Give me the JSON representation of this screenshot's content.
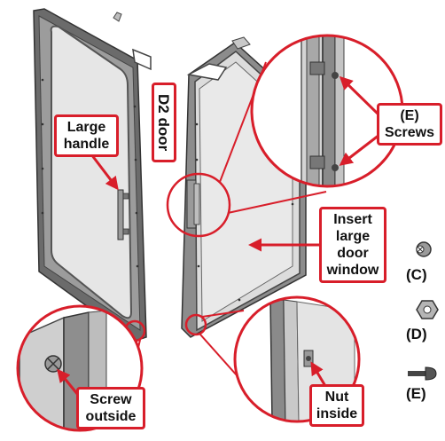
{
  "colors": {
    "accent": "#d81e2a",
    "frame": "#5c5c5c",
    "panel": "#e9e9e9",
    "steel": "#9a9a9a"
  },
  "labels": {
    "large_handle": [
      "Large",
      "handle"
    ],
    "d2_door": "D2 door",
    "e_screws": [
      "(E)",
      "Screws"
    ],
    "insert_window": [
      "Insert",
      "large",
      "door",
      "window"
    ],
    "screw_outside": [
      "Screw",
      "outside"
    ],
    "nut_inside": [
      "Nut",
      "inside"
    ]
  },
  "parts_legend": [
    {
      "code": "(C)",
      "icon": "washer-icon"
    },
    {
      "code": "(D)",
      "icon": "hex-nut-icon"
    },
    {
      "code": "(E)",
      "icon": "machine-screw-icon"
    }
  ]
}
